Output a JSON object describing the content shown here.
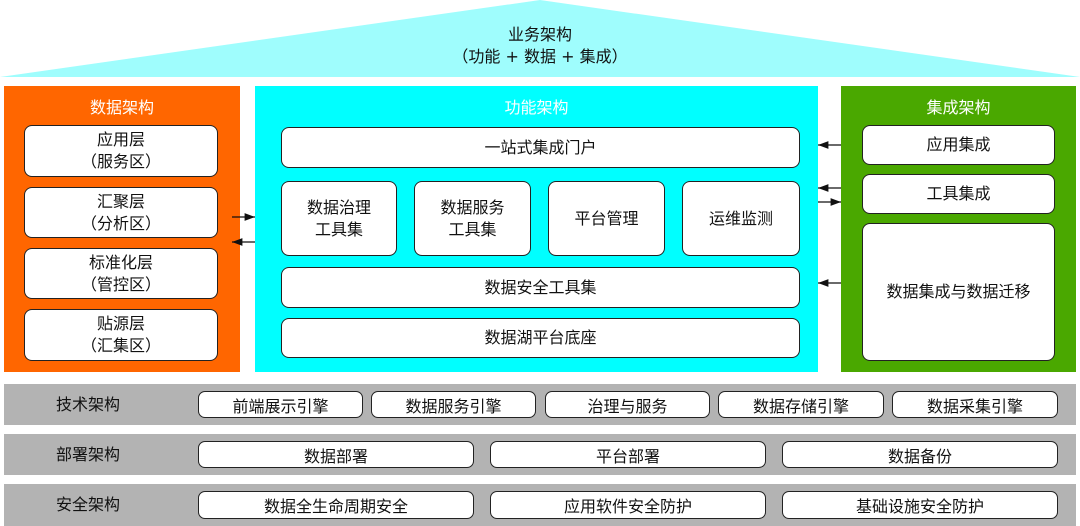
{
  "colors": {
    "roof": "#9ffdfd",
    "data_arch": "#ff6600",
    "function_arch": "#00ffff",
    "integration_arch": "#4aa800",
    "layer_bar": "#b3b3b3"
  },
  "roof": {
    "title": "业务架构",
    "subtitle": "（功能 + 数据 + 集成）"
  },
  "data_arch": {
    "title": "数据架构",
    "items": [
      "应用层\n（服务区）",
      "汇聚层\n（分析区）",
      "标准化层\n（管控区）",
      "贴源层\n（汇集区）"
    ]
  },
  "function_arch": {
    "title": "功能架构",
    "portal": "一站式集成门户",
    "tools": [
      "数据治理\n工具集",
      "数据服务\n工具集",
      "平台管理",
      "运维监测"
    ],
    "security": "数据安全工具集",
    "base": "数据湖平台底座"
  },
  "integration_arch": {
    "title": "集成架构",
    "items": [
      "应用集成",
      "工具集成",
      "数据集成与数据迁移"
    ]
  },
  "tech_arch": {
    "label": "技术架构",
    "items": [
      "前端展示引擎",
      "数据服务引擎",
      "治理与服务",
      "数据存储引擎",
      "数据采集引擎"
    ]
  },
  "deploy_arch": {
    "label": "部署架构",
    "items": [
      "数据部署",
      "平台部署",
      "数据备份"
    ]
  },
  "security_arch": {
    "label": "安全架构",
    "items": [
      "数据全生命周期安全",
      "应用软件安全防护",
      "基础设施安全防护"
    ]
  }
}
